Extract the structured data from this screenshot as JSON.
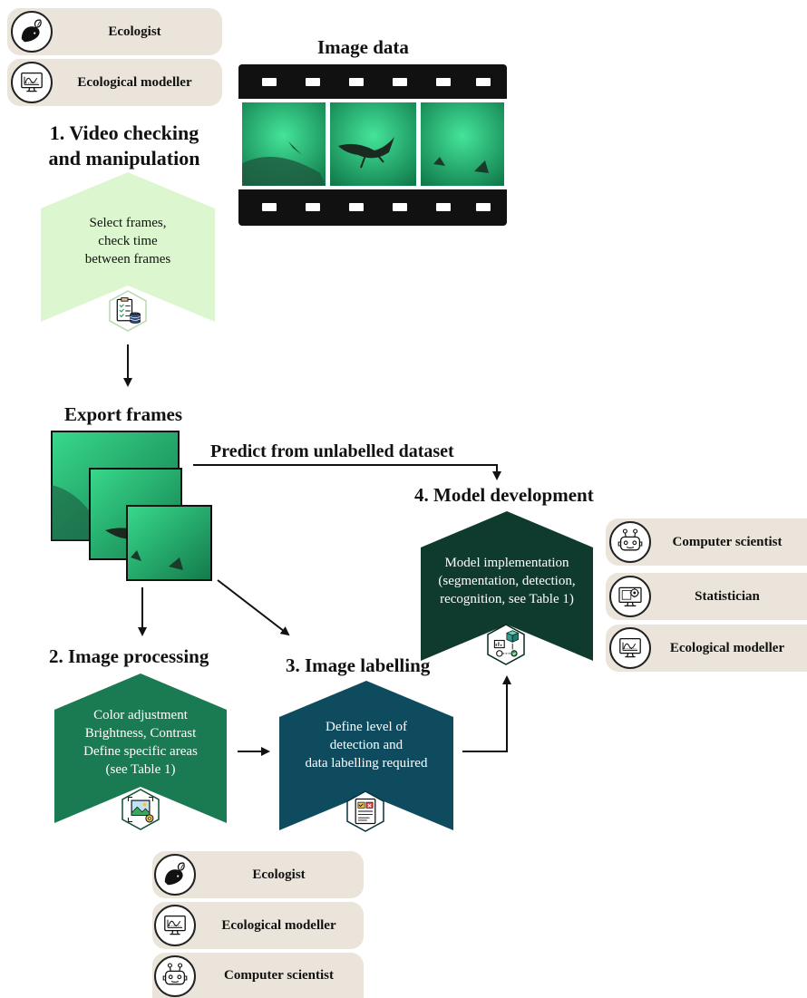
{
  "roles_top": [
    "Ecologist",
    "Ecological modeller"
  ],
  "image_data_title": "Image data",
  "step1": {
    "title_line1": "1. Video checking",
    "title_line2": "and manipulation",
    "text": [
      "Select frames,",
      "check time",
      "between frames"
    ]
  },
  "export_frames_title": "Export frames",
  "predict_label": "Predict from unlabelled dataset",
  "step2": {
    "title": "2. Image processing",
    "text": [
      "Color adjustment",
      "Brightness, Contrast",
      "Define specific areas",
      "(see Table 1)"
    ]
  },
  "step3": {
    "title": "3. Image labelling",
    "text": [
      "Define level of",
      "detection and",
      "data labelling required"
    ]
  },
  "step4": {
    "title": "4. Model development",
    "text": [
      "Model implementation",
      "(segmentation, detection,",
      "recognition, see Table 1)"
    ]
  },
  "roles_right": [
    "Computer scientist",
    "Statistician",
    "Ecological modeller"
  ],
  "roles_bottom": [
    "Ecologist",
    "Ecological modeller",
    "Computer scientist"
  ],
  "colors": {
    "step1": "#dcf7cf",
    "step2": "#1a7a52",
    "step3": "#0e4b5e",
    "step4": "#0f3a2e",
    "role_bg": "#ebe4db",
    "water": "#2fbf7a"
  },
  "icons": {
    "ecologist": "leaf-whale-icon",
    "modeller": "monitor-chart-icon",
    "computer_scientist": "robot-icon",
    "statistician": "monitor-gear-icon"
  }
}
